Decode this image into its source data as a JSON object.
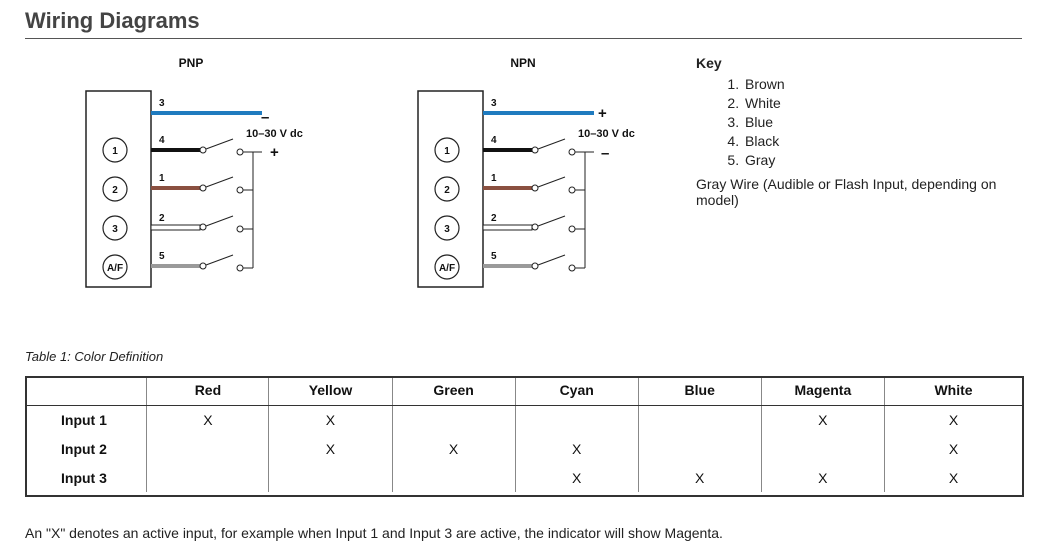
{
  "page": {
    "title": "Wiring Diagrams"
  },
  "diagrams": [
    {
      "label": "PNP",
      "voltage": "10–30 V dc",
      "top_sign": "–",
      "bottom_sign": "+",
      "pins": [
        "1",
        "2",
        "3",
        "A/F"
      ],
      "wires": [
        {
          "num": "3",
          "color": "#1f7bbf"
        },
        {
          "num": "4",
          "color": "#111111"
        },
        {
          "num": "1",
          "color": "#8a5040"
        },
        {
          "num": "2",
          "color": "#ffffff"
        },
        {
          "num": "5",
          "color": "#9a9a9a"
        }
      ]
    },
    {
      "label": "NPN",
      "voltage": "10–30 V dc",
      "top_sign": "+",
      "bottom_sign": "–",
      "pins": [
        "1",
        "2",
        "3",
        "A/F"
      ],
      "wires": [
        {
          "num": "3",
          "color": "#1f7bbf"
        },
        {
          "num": "4",
          "color": "#111111"
        },
        {
          "num": "1",
          "color": "#8a5040"
        },
        {
          "num": "2",
          "color": "#ffffff"
        },
        {
          "num": "5",
          "color": "#9a9a9a"
        }
      ]
    }
  ],
  "key": {
    "title": "Key",
    "items": [
      "Brown",
      "White",
      "Blue",
      "Black",
      "Gray"
    ],
    "note": "Gray Wire (Audible or Flash Input, depending on model)"
  },
  "table": {
    "caption": "Table 1: Color Definition",
    "columns": [
      "",
      "Red",
      "Yellow",
      "Green",
      "Cyan",
      "Blue",
      "Magenta",
      "White"
    ],
    "rows": [
      {
        "label": "Input 1",
        "cells": [
          "X",
          "X",
          "",
          "",
          "",
          "X",
          "X"
        ]
      },
      {
        "label": "Input 2",
        "cells": [
          "",
          "X",
          "X",
          "X",
          "",
          "",
          "X"
        ]
      },
      {
        "label": "Input 3",
        "cells": [
          "",
          "",
          "",
          "X",
          "X",
          "X",
          "X"
        ]
      }
    ]
  },
  "footnote": "An \"X\" denotes an active input, for example when Input 1 and Input 3 are active, the indicator will show Magenta."
}
